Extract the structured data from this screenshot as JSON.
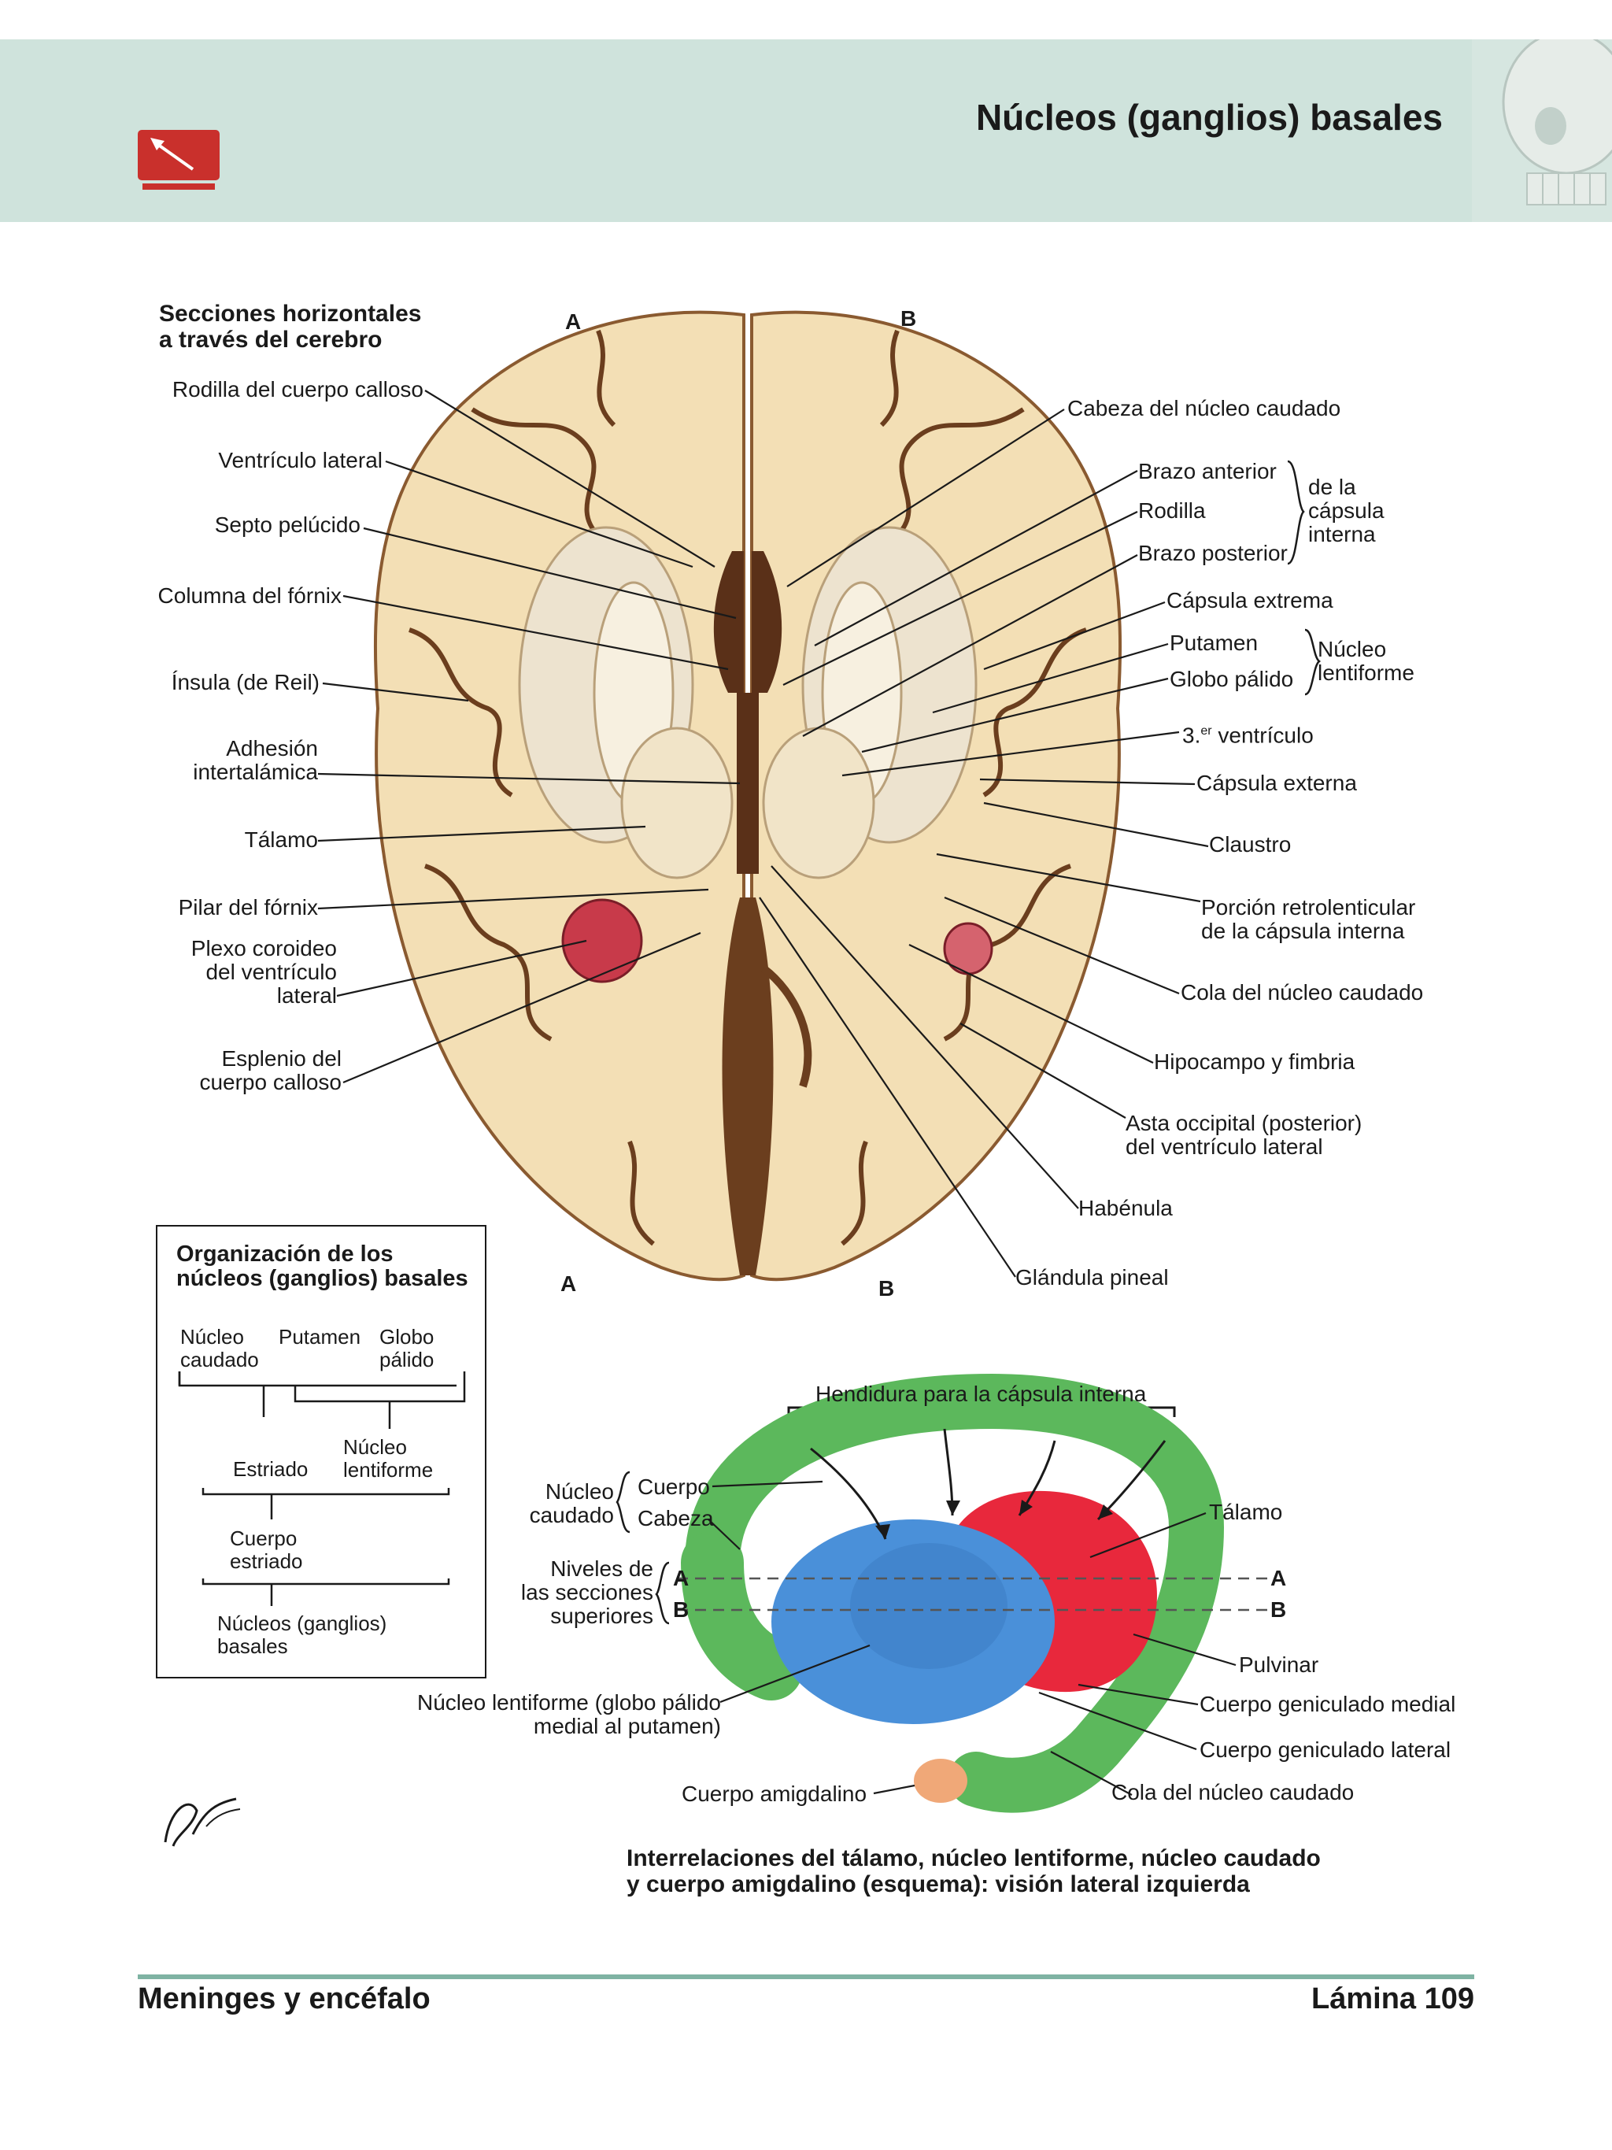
{
  "header": {
    "title": "Núcleos (ganglios) basales"
  },
  "section": {
    "heading_line1": "Secciones horizontales",
    "heading_line2": "a través del cerebro"
  },
  "cut_markers": {
    "a": "A",
    "b": "B"
  },
  "brain_labels_left": {
    "rodilla_cc": "Rodilla del cuerpo calloso",
    "ventriculo_lateral": "Ventrículo lateral",
    "septo": "Septo pelúcido",
    "columna_fornix": "Columna del fórnix",
    "insula": "Ínsula (de Reil)",
    "adhesion_1": "Adhesión",
    "adhesion_2": "intertalámica",
    "talamo": "Tálamo",
    "pilar_fornix": "Pilar del fórnix",
    "plexo_1": "Plexo coroideo",
    "plexo_2": "del ventrículo",
    "plexo_3": "lateral",
    "esplenio_1": "Esplenio del",
    "esplenio_2": "cuerpo calloso"
  },
  "brain_labels_right": {
    "cabeza_caudado": "Cabeza del núcleo caudado",
    "brazo_anterior": "Brazo anterior",
    "rodilla": "Rodilla",
    "brazo_posterior": "Brazo posterior",
    "capsula_group_1": "de la",
    "capsula_group_2": "cápsula",
    "capsula_group_3": "interna",
    "capsula_extrema": "Cápsula extrema",
    "putamen": "Putamen",
    "globo_palido": "Globo pálido",
    "lentiforme_1": "Núcleo",
    "lentiforme_2": "lentiforme",
    "tercer_ventriculo": "3.",
    "tercer_ventriculo_sup": "er",
    "tercer_ventriculo_rest": " ventrículo",
    "capsula_externa": "Cápsula externa",
    "claustro": "Claustro",
    "retrolenticular_1": "Porción retrolenticular",
    "retrolenticular_2": "de la cápsula interna",
    "cola_caudado": "Cola del núcleo caudado",
    "hipocampo": "Hipocampo y fimbria",
    "asta_1": "Asta occipital (posterior)",
    "asta_2": "del ventrículo lateral",
    "habenula": "Habénula",
    "pineal": "Glándula pineal"
  },
  "organization": {
    "title_1": "Organización de los",
    "title_2": "núcleos (ganglios) basales",
    "nucleo_caudado_1": "Núcleo",
    "nucleo_caudado_2": "caudado",
    "putamen": "Putamen",
    "globo_1": "Globo",
    "globo_2": "pálido",
    "estriado": "Estriado",
    "lentiforme_1": "Núcleo",
    "lentiforme_2": "lentiforme",
    "cuerpo_1": "Cuerpo",
    "cuerpo_2": "estriado",
    "nucleos_1": "Núcleos (ganglios)",
    "nucleos_2": "basales"
  },
  "schema_labels": {
    "hendidura": "Hendidura para la cápsula interna",
    "nucleo_caudado_1": "Núcleo",
    "nucleo_caudado_2": "caudado",
    "cuerpo": "Cuerpo",
    "cabeza": "Cabeza",
    "niveles_1": "Niveles de",
    "niveles_2": "las secciones",
    "niveles_3": "superiores",
    "a": "A",
    "b": "B",
    "talamo": "Tálamo",
    "pulvinar": "Pulvinar",
    "geniculado_medial": "Cuerpo geniculado medial",
    "geniculado_lateral": "Cuerpo geniculado lateral",
    "cola": "Cola del núcleo caudado",
    "lentiforme_1": "Núcleo lentiforme (globo pálido",
    "lentiforme_2": "medial al putamen)",
    "amigdalino": "Cuerpo amigdalino"
  },
  "caption": {
    "line1": "Interrelaciones del tálamo, núcleo lentiforme, núcleo caudado",
    "line2": "y cuerpo amigdalino (esquema): visión lateral izquierda"
  },
  "footer": {
    "section": "Meninges y encéfalo",
    "plate": "Lámina 109"
  },
  "colors": {
    "header_bg": "#cfe3dc",
    "accent_red": "#c9302c",
    "footer_rule": "#7fb3a3",
    "caudate_green": "#5cb85c",
    "lentiform_blue": "#4a90d9",
    "thalamus_red": "#e8283c",
    "amygdala": "#f0a878",
    "brain_tissue": "#f3dfb5"
  }
}
